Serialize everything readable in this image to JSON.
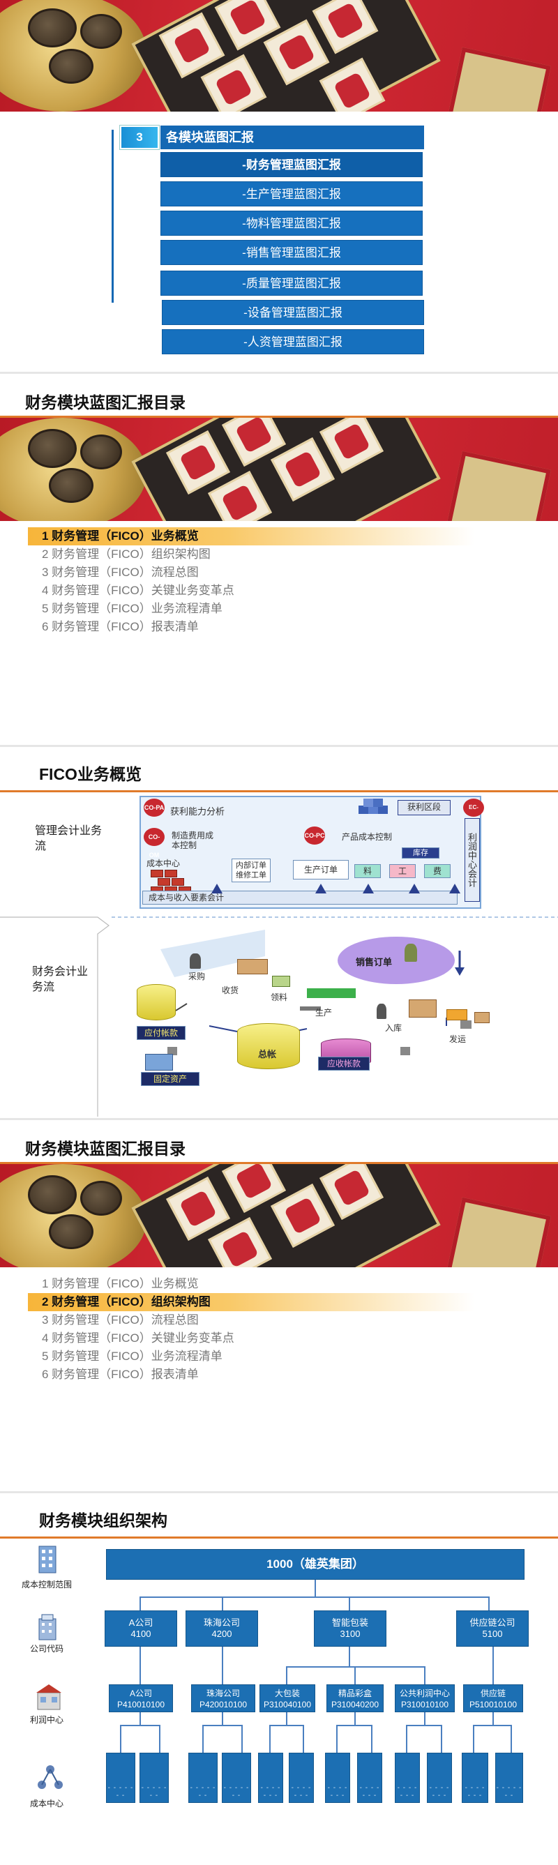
{
  "slide1": {
    "number": "3",
    "heading": "各模块蓝图汇报",
    "items": [
      "-财务管理蓝图汇报",
      "-生产管理蓝图汇报",
      "-物料管理蓝图汇报",
      "-销售管理蓝图汇报",
      "-质量管理蓝图汇报",
      "-设备管理蓝图汇报",
      "-人资管理蓝图汇报"
    ]
  },
  "slide2": {
    "title": "财务模块蓝图汇报目录",
    "toc": [
      "1 财务管理（FICO）业务概览",
      "2 财务管理（FICO）组织架构图",
      "3 财务管理（FICO）流程总图",
      "4 财务管理（FICO）关键业务变革点",
      "5 财务管理（FICO）业务流程清单",
      "6 财务管理（FICO）报表清单"
    ],
    "active_index": 0
  },
  "slide3": {
    "title": "FICO业务概览",
    "lane_top": "管理会计业务流",
    "lane_bottom": "财务会计业务流",
    "badges": {
      "pa": "CO-PA",
      "om": "CO-OM",
      "pc": "CO-PC",
      "eca": "EC-PCA"
    },
    "labels": {
      "profit_analysis": "获利能力分析",
      "profit_segment": "获利区段",
      "mfg_cost": "制造费用成本控制",
      "product_cost": "产品成本控制",
      "cost_center": "成本中心",
      "internal_order": "内部订单维修工单",
      "prod_order": "生产订单",
      "cost_income_element": "成本与收入要素会计",
      "material": "料",
      "labor": "工",
      "overhead": "费",
      "inventory": "库存",
      "profit_center": "利润中心会计",
      "sales_order": "销售订单",
      "purchase": "采购",
      "receive": "收货",
      "issue": "领料",
      "production": "生产",
      "warehouse_in": "入库",
      "ship": "发运",
      "ap": "应付帐款",
      "gl": "总帐",
      "ar": "应收帐款",
      "fixed_assets": "固定资产"
    }
  },
  "slide4": {
    "title": "财务模块蓝图汇报目录",
    "toc": [
      "1 财务管理（FICO）业务概览",
      "2 财务管理（FICO）组织架构图",
      "3 财务管理（FICO）流程总图",
      "4 财务管理（FICO）关键业务变革点",
      "5 财务管理（FICO）业务流程清单",
      "6 财务管理（FICO）报表清单"
    ],
    "active_index": 1
  },
  "slide5": {
    "title": "财务模块组织架构",
    "side_labels": [
      "成本控制范围",
      "公司代码",
      "利润中心",
      "成本中心"
    ],
    "root": "1000（雄英集团）",
    "companies": [
      {
        "name": "A公司",
        "code": "4100"
      },
      {
        "name": "珠海公司",
        "code": "4200"
      },
      {
        "name": "智能包装",
        "code": "3100"
      },
      {
        "name": "供应链公司",
        "code": "5100"
      }
    ],
    "profit_centers": [
      {
        "name": "A公司",
        "code": "P410010100"
      },
      {
        "name": "珠海公司",
        "code": "P420010100"
      },
      {
        "name": "大包装",
        "code": "P310040100"
      },
      {
        "name": "精品彩盒",
        "code": "P310040200"
      },
      {
        "name": "公共利润中心",
        "code": "P310010100"
      },
      {
        "name": "供应链",
        "code": "P510010100"
      }
    ],
    "cost_center_placeholder": "- - - - - - -"
  },
  "colors": {
    "accent_orange": "#e07a2a",
    "menu_blue": "#1468b4",
    "org_blue": "#1c6fb3",
    "toc_highlight": "#f7b53a"
  }
}
